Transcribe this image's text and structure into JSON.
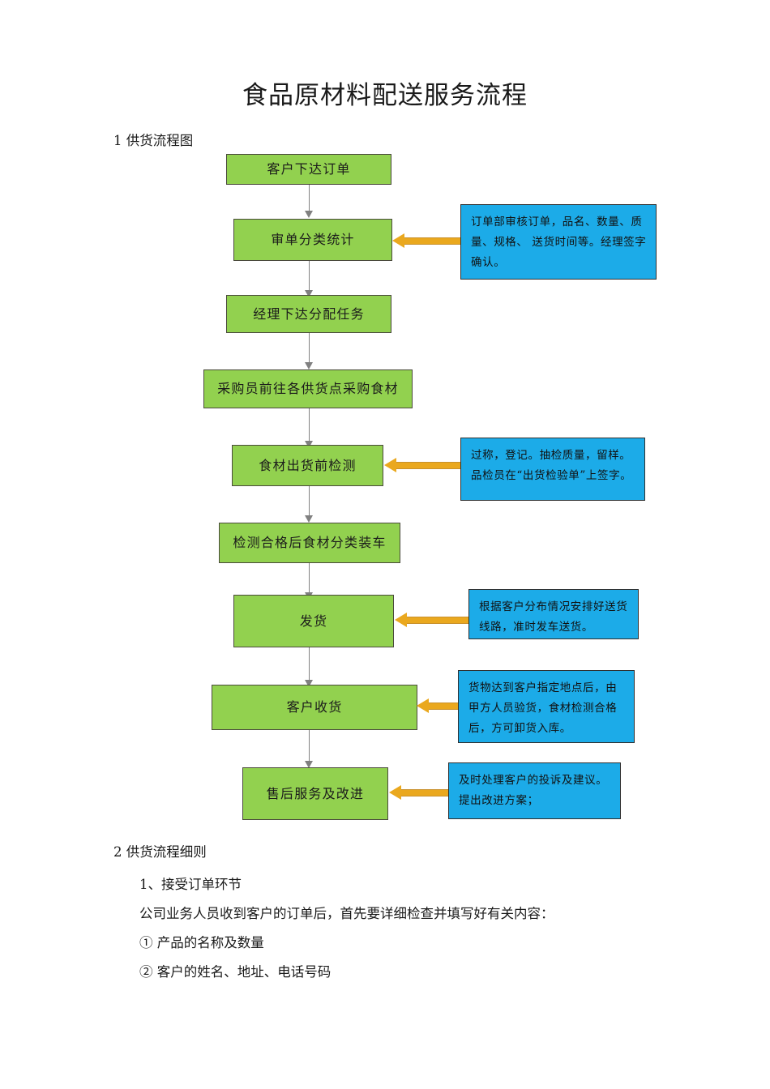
{
  "document": {
    "title": "食品原材料配送服务流程",
    "section_1_label": "1 供货流程图",
    "section_2_label": "2 供货流程细则"
  },
  "flowchart": {
    "nodes": [
      {
        "id": "node-order-placed",
        "label": "客户下达订单"
      },
      {
        "id": "node-order-review",
        "label": "审单分类统计"
      },
      {
        "id": "node-manager-assign",
        "label": "经理下达分配任务"
      },
      {
        "id": "node-purchase",
        "label": "采购员前往各供货点采购食材"
      },
      {
        "id": "node-pre-ship-check",
        "label": "食材出货前检测"
      },
      {
        "id": "node-sort-load",
        "label": "检测合格后食材分类装车"
      },
      {
        "id": "node-dispatch",
        "label": "发货"
      },
      {
        "id": "node-customer-receive",
        "label": "客户收货"
      },
      {
        "id": "node-after-sales",
        "label": "售后服务及改进"
      }
    ],
    "notes": [
      {
        "id": "note-order-review",
        "text": "订单部审核订单，品名、数量、质量、规格、 送货时间等。经理签字确认。"
      },
      {
        "id": "note-pre-ship-check",
        "text": "过称，登记。抽检质量，留样。 品检员在“出货检验单”上签字。"
      },
      {
        "id": "note-dispatch",
        "text": "根据客户分布情况安排好送货线路，准时发车送货。"
      },
      {
        "id": "note-customer-receive",
        "text": "货物达到客户指定地点后，由甲方人员验货，食材检测合格后，方可卸货入库。"
      },
      {
        "id": "note-after-sales",
        "text": "及时处理客户的投诉及建议。提出改进方案；"
      }
    ]
  },
  "details": {
    "heading": "1、接受订单环节",
    "intro": "公司业务人员收到客户的订单后，首先要详细检查并填写好有关内容：",
    "items": [
      "① 产品的名称及数量",
      "② 客户的姓名、地址、电话号码"
    ]
  },
  "colors": {
    "node_fill": "#92d14f",
    "note_fill": "#1cabe8",
    "arrow_gold": "#eaa81e",
    "connector_gray": "#808080"
  }
}
